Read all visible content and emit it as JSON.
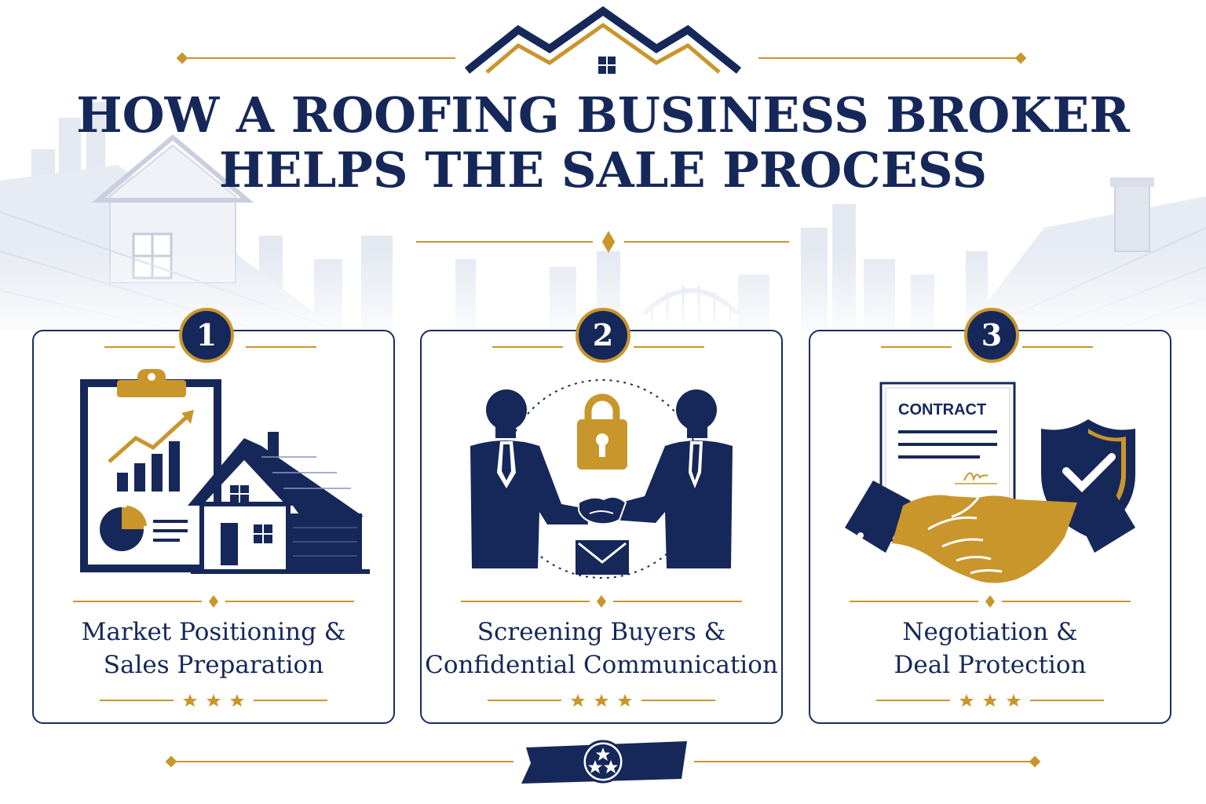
{
  "colors": {
    "navy": "#16285a",
    "gold": "#c9962c",
    "skyline": "#dde2ee"
  },
  "title": {
    "line1": "HOW A ROOFING BUSINESS BROKER",
    "line2": "HELPS THE SALE PROCESS"
  },
  "steps": [
    {
      "number": "1",
      "label_line1": "Market Positioning &",
      "label_line2": "Sales Preparation",
      "icon": "clipboard-chart-house-icon"
    },
    {
      "number": "2",
      "label_line1": "Screening Buyers &",
      "label_line2": "Confidential Communication",
      "icon": "handshake-lock-icon"
    },
    {
      "number": "3",
      "label_line1": "Negotiation &",
      "label_line2": "Deal Protection",
      "icon": "contract-handshake-shield-icon"
    }
  ],
  "contract_label": "CONTRACT",
  "footer_icon": "tennessee-state-icon"
}
